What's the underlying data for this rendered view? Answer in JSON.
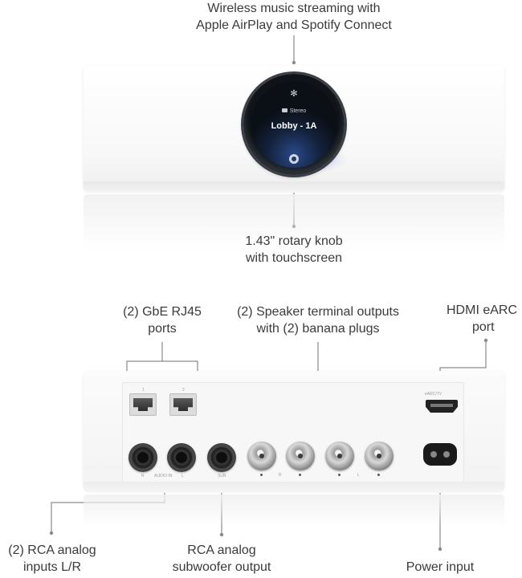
{
  "labels": {
    "wireless": {
      "line1": "Wireless music streaming with",
      "line2": "Apple AirPlay and Spotify Connect"
    },
    "knob": {
      "line1": "1.43\" rotary knob",
      "line2": "with touchscreen"
    },
    "rj45": {
      "line1": "(2) GbE RJ45",
      "line2": "ports"
    },
    "speaker": {
      "line1": "(2) Speaker terminal outputs",
      "line2": "with (2) banana plugs"
    },
    "hdmi": {
      "line1": "HDMI eARC",
      "line2": "port"
    },
    "rca_inputs": {
      "line1": "(2) RCA analog",
      "line2": "inputs L/R"
    },
    "subwoofer": {
      "line1": "RCA analog",
      "line2": "subwoofer output"
    },
    "power": {
      "line1": "Power input"
    }
  },
  "knob_screen": {
    "mode": "Stereo",
    "title": "Lobby - 1A"
  },
  "port_labels": {
    "rj45_1": "1",
    "rj45_2": "2",
    "audio_in": "AUDIO IN",
    "left": "L",
    "right": "R",
    "sub": "SUB",
    "hdmi": "eARC/TV"
  },
  "colors": {
    "leader_line": "#8a8a8a",
    "knob_screen": "#0b0f16",
    "glow": "#8080ff"
  }
}
